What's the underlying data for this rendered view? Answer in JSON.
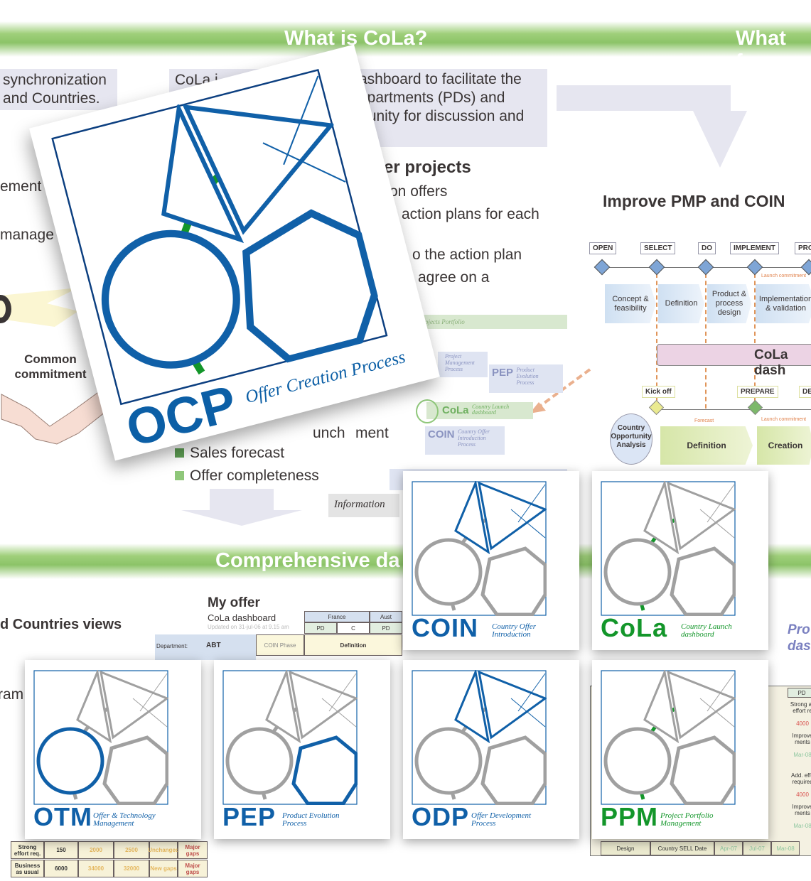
{
  "bands": {
    "top_left": "What is CoLa?",
    "top_right": "What fo",
    "middle": "Comprehensive da"
  },
  "intro": {
    "left_line1": "synchronization",
    "left_line2": "and Countries.",
    "mid_prefix": "CoLa i",
    "right_line1": "ashboard to facilitate the",
    "right_line2": "epartments (PDs) and",
    "right_line3": "rtunity for discussion and"
  },
  "left_fragments": {
    "a": "ement",
    "b": "manage"
  },
  "projects": {
    "heading": "fer projects",
    "line1": "on offers",
    "line2": "action plans for each",
    "line3": "o the action plan",
    "line4": "agree on a"
  },
  "bullets": {
    "partial1": "unch",
    "partial2": "ment",
    "items": [
      "Sales forecast",
      "Offer completeness"
    ]
  },
  "commitment": "Common commitment",
  "improve_heading": "Improve PMP and COIN",
  "pmp": {
    "gates": [
      "OPEN",
      "SELECT",
      "DO",
      "IMPLEMENT",
      "PRO"
    ],
    "phases": [
      "Concept & feasibility",
      "Definition",
      "Product & process design",
      "Implementation & validation"
    ],
    "launch": "Launch commitment"
  },
  "cola_bar": "CoLa dash",
  "coin": {
    "gates": [
      "Kick off",
      "PREPARE",
      "DEL"
    ],
    "forecast": "Forecast",
    "launch": "Launch commitment",
    "analysis": "Country Opportunity Analysis",
    "phases": [
      "Definition",
      "Creation"
    ]
  },
  "mini": {
    "portfolio": "ojects Portfolio",
    "pmp_sub": "Project Management Process",
    "pep": "PEP",
    "pep_sub": "Product Evolution Process",
    "cola": "CoLa",
    "cola_sub": "Country Launch dashboard",
    "coin": "COIN",
    "coin_sub": "Country Offer Introduction Process",
    "information": "Information"
  },
  "ocp": {
    "title": "OCP",
    "subtitle": "Offer Creation Process"
  },
  "cards": [
    {
      "title": "COIN",
      "sub1": "Country Offer",
      "sub2": "Introduction",
      "color": "#1060a8"
    },
    {
      "title": "CoLa",
      "sub1": "Country Launch",
      "sub2": "dashboard",
      "color": "#13962a"
    },
    {
      "title": "OTM",
      "sub1": "Offer & Technology",
      "sub2": "Management",
      "color": "#1060a8"
    },
    {
      "title": "PEP",
      "sub1": "Product Evolution",
      "sub2": "Process",
      "color": "#1060a8"
    },
    {
      "title": "ODP",
      "sub1": "Offer Development",
      "sub2": "Process",
      "color": "#1060a8"
    },
    {
      "title": "PPM",
      "sub1": "Project Portfolio",
      "sub2": "Management",
      "color": "#13962a"
    }
  ],
  "dashboard": {
    "title": "My offer",
    "subtitle": "CoLa dashboard",
    "updated": "Updated on 31-jul-06 at 9.15 am",
    "countries": [
      "France",
      "Aust"
    ],
    "cols": [
      "PD",
      "C",
      "PD"
    ],
    "dept_label": "Department:",
    "dept": "ABT",
    "phase_label": "COIN Phase",
    "phase": "Definition",
    "countries_view": "d Countries views",
    "fragment": "ram",
    "right_heading1": "Pro",
    "right_heading2": "das"
  },
  "table_left": {
    "row1": [
      "Strong effort req.",
      "150",
      "2000",
      "2500",
      "Unchanged",
      "Major gaps"
    ],
    "row2": [
      "Business as usual",
      "6000",
      "34000",
      "32000",
      "New gaps",
      "Major gaps"
    ]
  },
  "table_right": {
    "header": "PD",
    "cells": [
      "Strong ac effort re",
      "4000",
      "Improve ments",
      "Mar-08",
      "Add. effo required",
      "4000",
      "Improve ments",
      "Mar-08"
    ],
    "bottom": [
      "Design",
      "Country SELL Date",
      "Apr-07",
      "Jul-07",
      "Mar-08"
    ]
  }
}
